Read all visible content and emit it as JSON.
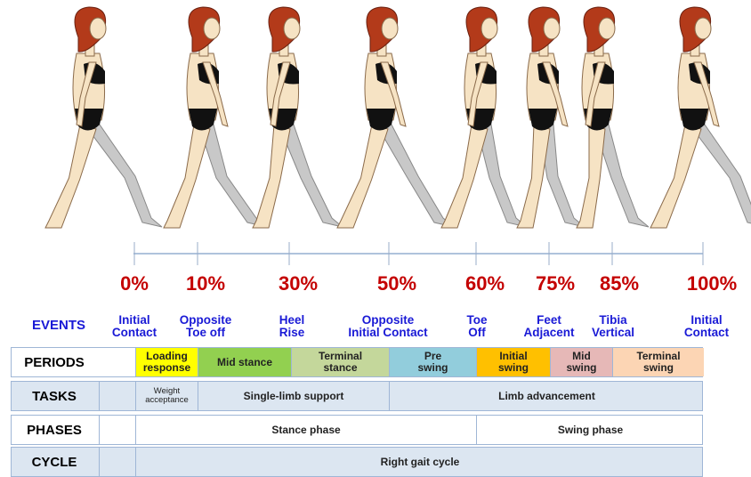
{
  "percentages": [
    "0%",
    "10%",
    "30%",
    "50%",
    "60%",
    "75%",
    "85%",
    "100%"
  ],
  "events_title": "EVENTS",
  "events": [
    "Initial\nContact",
    "Opposite\nToe off",
    "Heel\nRise",
    "Opposite\nInitial Contact",
    "Toe\nOff",
    "Feet\nAdjacent",
    "Tibia\nVertical",
    "Initial\nContact"
  ],
  "rows": {
    "periods": {
      "label": "PERIODS",
      "cells": [
        "Loading\nresponse",
        "Mid stance",
        "Terminal\nstance",
        "Pre\nswing",
        "Initial\nswing",
        "Mid\nswing",
        "Terminal\nswing"
      ]
    },
    "tasks": {
      "label": "TASKS",
      "cells": [
        "Weight\nacceptance",
        "Single-limb support",
        "Limb advancement"
      ]
    },
    "phases": {
      "label": "PHASES",
      "cells": [
        "Stance phase",
        "Swing phase"
      ]
    },
    "cycle": {
      "label": "CYCLE",
      "cells": [
        "Right gait cycle"
      ]
    }
  },
  "colors": {
    "percent": "#c40000",
    "events": "#1a1ad6",
    "hair": "#b33a1a",
    "skin": "#f6e3c4",
    "right_leg": "#c8c8c8",
    "loading_response": "#ffff00",
    "mid_stance": "#92d050",
    "terminal_stance": "#c4d79b",
    "pre_swing": "#92cddc",
    "initial_swing": "#ffc000",
    "mid_swing": "#e6b8b7",
    "terminal_swing": "#fcd5b4",
    "grid_fill": "#dce6f1"
  }
}
